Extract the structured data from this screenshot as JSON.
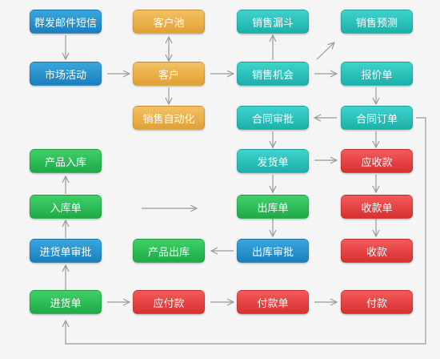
{
  "nodes": {
    "mass_mail_sms": "群发邮件短信",
    "market_activity": "市场活动",
    "customer_pool": "客户池",
    "customer": "客户",
    "sales_automation": "销售自动化",
    "sales_funnel": "销售漏斗",
    "sales_forecast": "销售预测",
    "sales_opportunity": "销售机会",
    "quotation": "报价单",
    "contract_approval": "合同审批",
    "contract_order": "合同订单",
    "delivery_note": "发货单",
    "receivable": "应收款",
    "product_inbound": "产品入库",
    "inbound_note": "入库单",
    "outbound_note": "出库单",
    "collection_note": "收款单",
    "purchase_approval": "进货单审批",
    "product_outbound": "产品出库",
    "outbound_approval": "出库审批",
    "collection": "收款",
    "purchase_note": "进货单",
    "payable": "应付款",
    "payment_note": "付款单",
    "payment": "付款"
  },
  "colors": {
    "blue": "#1b7fbd",
    "orange": "#e1a135",
    "teal": "#1db0aa",
    "green": "#1faa48",
    "red": "#d83030",
    "arrow": "#999999"
  }
}
